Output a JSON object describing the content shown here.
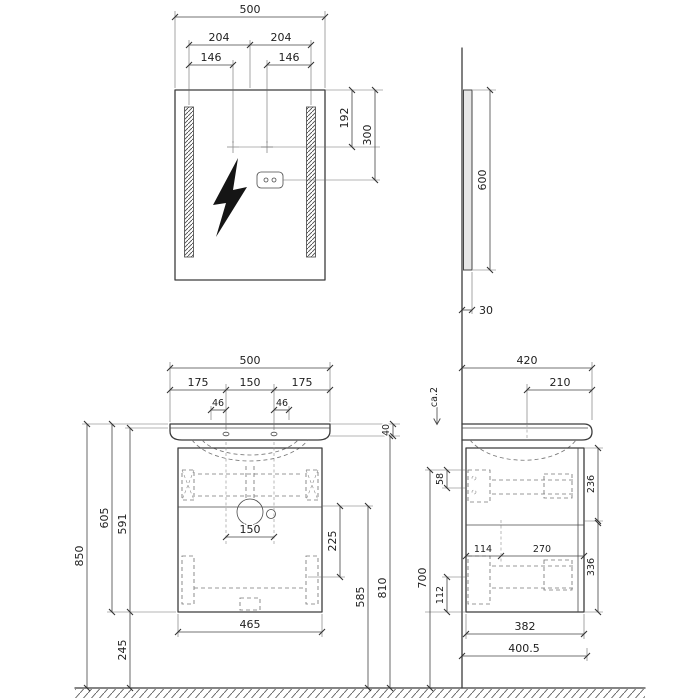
{
  "drawing": {
    "mirror_front": {
      "width": "500",
      "spacing_left": "204",
      "spacing_right": "204",
      "inset_left": "146",
      "inset_right": "146",
      "lamp_height": "192",
      "socket_height": "300"
    },
    "mirror_side": {
      "height": "600",
      "depth": "30"
    },
    "vanity_front": {
      "width": "500",
      "seg_left": "175",
      "seg_mid": "150",
      "seg_right": "175",
      "tap_left": "46",
      "tap_right": "46",
      "basin_thickness": "40",
      "total_height": "850",
      "unit_height": "605",
      "cabinet_height": "591",
      "drain_spacing": "150",
      "drawer_inner": "225",
      "outlet_height": "585",
      "rim_to_floor": "810",
      "cabinet_width": "465",
      "clearance": "245"
    },
    "vanity_side": {
      "depth": "420",
      "tap_depth": "210",
      "slope": "ca.2",
      "slide_offset": "58",
      "upper_front": "236",
      "lower_front": "336",
      "inner_back": "114",
      "inner_front": "270",
      "bottom_offset": "112",
      "connection_height": "700",
      "cabinet_depth": "382",
      "total_depth": "400.5"
    }
  }
}
